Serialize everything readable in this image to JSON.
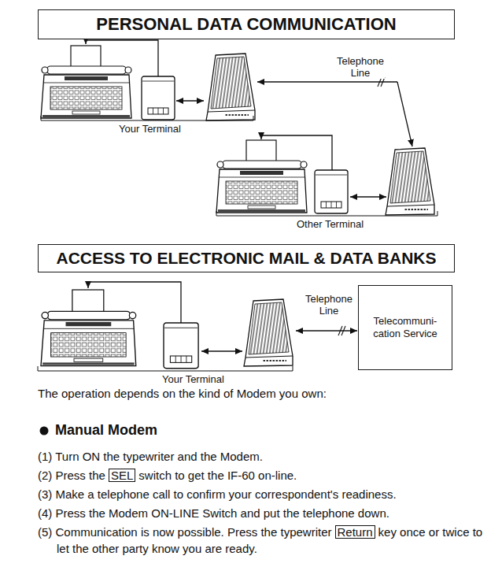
{
  "diagram": {
    "nodes": [
      {
        "text": [
          "PERSONAL DATA COMMUNICATION"
        ]
      },
      {
        "text": [
          "ACCESS TO ELECTRONIC MAIL & DATA BANKS"
        ]
      },
      {
        "text": [
          "Telecommuni- cation Service"
        ]
      }
    ],
    "labels": [
      "Telephone Line",
      "Your Terminal",
      "Other Terminal",
      "Telephone Line",
      "Your Terminal",
      "The operation depends on the kind of Modem you own:",
      "Manual Modem",
      "(1) Turn ON the typewriter and the Modem.",
      "(2) Press the",
      "SEL",
      "switch to get the IF-60 on-line.",
      "(3) Make a telephone call to confirm your correspondent's readiness.",
      "(4) Press the Modem ON-LINE Switch and put the telephone down.",
      "(5) Communication is now possible. Press the typewriter",
      "Return",
      "key once or twice to let the other party know you are ready."
    ]
  }
}
